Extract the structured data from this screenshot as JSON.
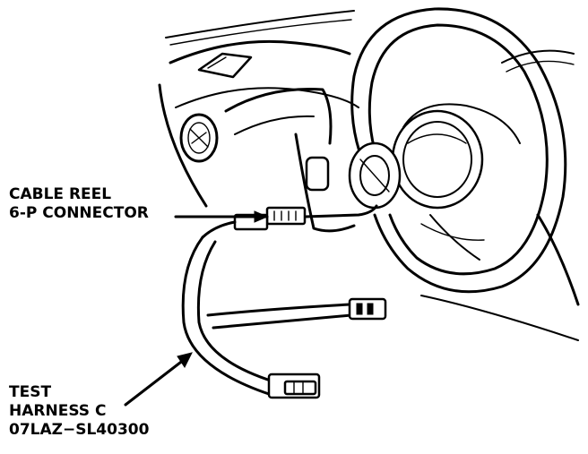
{
  "labels": {
    "cable_reel": [
      "CABLE REEL",
      "6-P CONNECTOR"
    ],
    "test_harness": [
      "TEST",
      "HARNESS C",
      "07LAZ−SL40300"
    ]
  },
  "colors": {
    "ink": "#000000",
    "paper": "#ffffff"
  }
}
